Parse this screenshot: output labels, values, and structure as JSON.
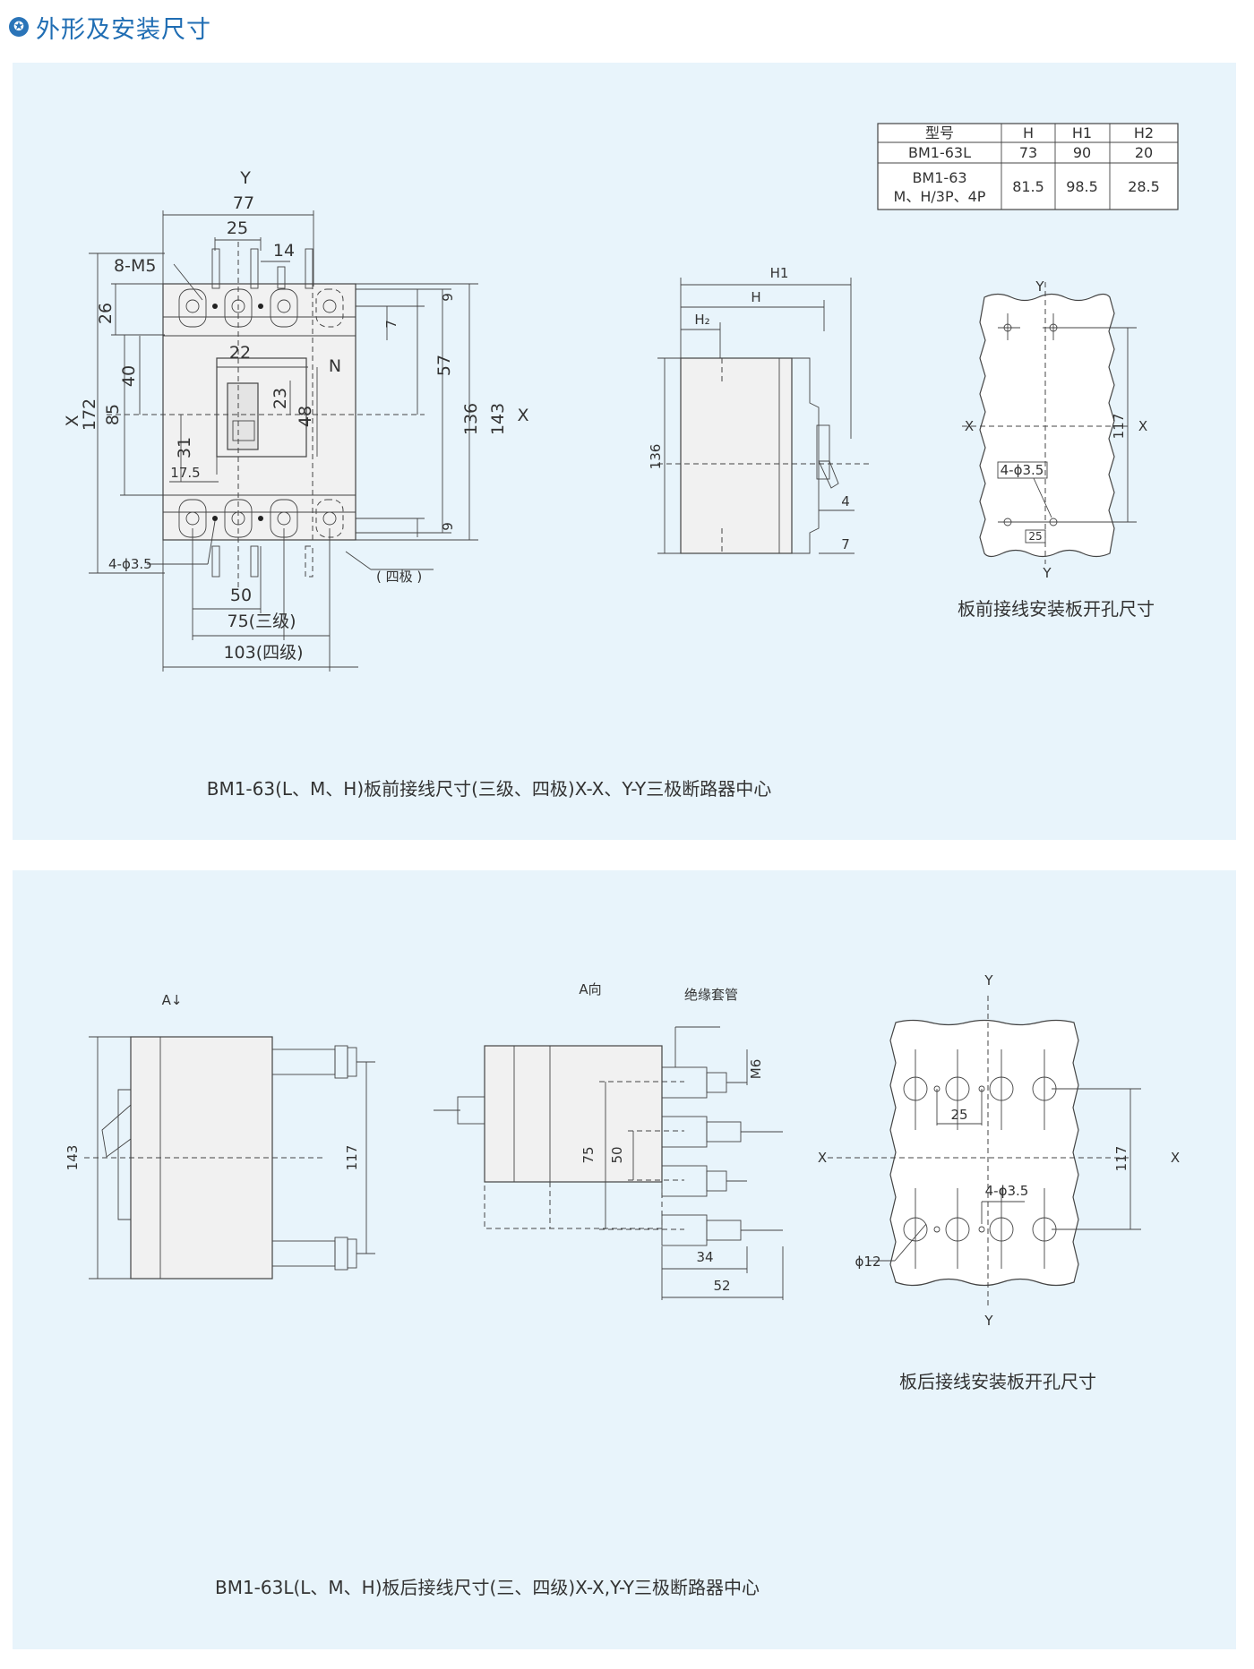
{
  "header": {
    "icon": "star-icon",
    "title": "外形及安装尺寸"
  },
  "panel1": {
    "caption": "BM1-63(L、M、H)板前接线尺寸(三级、四极)X-X、Y-Y三极断路器中心",
    "front": {
      "Y": "Y",
      "X": "X",
      "N": "N",
      "d77": "77",
      "d25": "25",
      "d14": "14",
      "m5": "8-M5",
      "d26": "26",
      "d40": "40",
      "d85": "85",
      "d172": "172",
      "d22": "22",
      "d23": "23",
      "d48": "48",
      "d31": "31",
      "d175": "17.5",
      "d7": "7",
      "d9a": "9",
      "d57": "57",
      "d136": "136",
      "d143": "143",
      "d9b": "9",
      "hole": "4-ϕ3.5",
      "four": "( 四极 )",
      "d50": "50",
      "d75": "75(三级)",
      "d103": "103(四级)"
    },
    "side": {
      "H1": "H1",
      "H": "H",
      "H2": "H₂",
      "d136": "136",
      "d4": "4",
      "d7": "7"
    },
    "plate": {
      "Y": "Y",
      "X": "X",
      "d117": "117",
      "hole": "4-ϕ3.5",
      "d25": "25",
      "caption": "板前接线安装板开孔尺寸"
    },
    "table": {
      "headers": [
        "型号",
        "H",
        "H1",
        "H2"
      ],
      "r1": {
        "model": "BM1-63L",
        "h": "73",
        "h1": "90",
        "h2": "20"
      },
      "r2": {
        "model_a": "BM1-63",
        "model_b": "M、H/3P、4P",
        "h": "81.5",
        "h1": "98.5",
        "h2": "28.5"
      }
    }
  },
  "panel2": {
    "caption": "BM1-63L(L、M、H)板后接线尺寸(三、四级)X-X,Y-Y三极断路器中心",
    "side": {
      "A": "A↓",
      "d143": "143",
      "d117": "117"
    },
    "view": {
      "A": "A向",
      "sleeve": "绝缘套管",
      "m6": "M6",
      "d50": "50",
      "d75": "75",
      "d34": "34",
      "d52": "52"
    },
    "plate": {
      "Y": "Y",
      "X": "X",
      "d25": "25",
      "d117": "117",
      "hole": "4-ϕ3.5",
      "phi12": "ϕ12",
      "caption": "板后接线安装板开孔尺寸"
    }
  }
}
